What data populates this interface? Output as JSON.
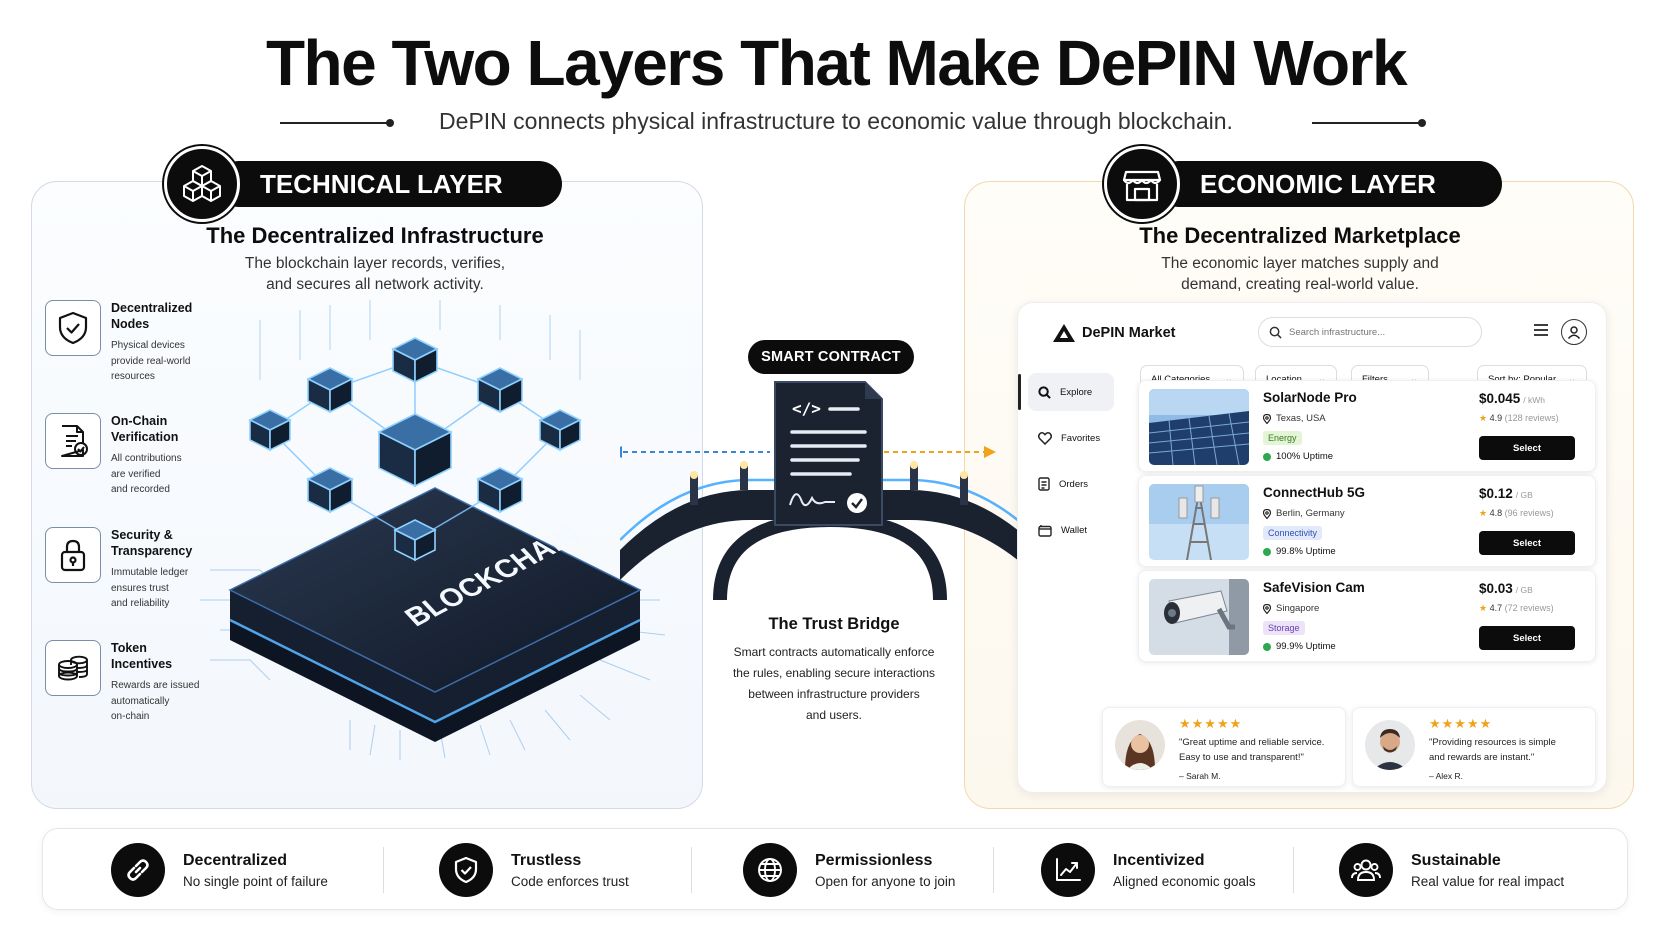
{
  "header": {
    "title": "The Two Layers That Make DePIN Work",
    "subtitle": "DePIN connects physical infrastructure to economic value through blockchain."
  },
  "technical": {
    "badge": "TECHNICAL LAYER",
    "heading": "The Decentralized Infrastructure",
    "desc_line1": "The blockchain layer records, verifies,",
    "desc_line2": "and secures all network activity.",
    "features": [
      {
        "title_l1": "Decentralized",
        "title_l2": "Nodes",
        "d1": "Physical devices",
        "d2": "provide real-world",
        "d3": "resources"
      },
      {
        "title_l1": "On-Chain",
        "title_l2": "Verification",
        "d1": "All contributions",
        "d2": "are verified",
        "d3": "and recorded"
      },
      {
        "title_l1": "Security &",
        "title_l2": "Transparency",
        "d1": "Immutable ledger",
        "d2": "ensures trust",
        "d3": "and reliability"
      },
      {
        "title_l1": "Token",
        "title_l2": "Incentives",
        "d1": "Rewards are issued",
        "d2": "automatically",
        "d3": "on-chain"
      }
    ],
    "blockchain_label": "BLOCKCHAIN"
  },
  "bridge": {
    "badge": "SMART CONTRACT",
    "title": "The Trust Bridge",
    "l1": "Smart contracts automatically enforce",
    "l2": "the rules, enabling secure interactions",
    "l3": "between infrastructure providers",
    "l4": "and users."
  },
  "economic": {
    "badge": "ECONOMIC LAYER",
    "heading": "The Decentralized Marketplace",
    "desc_line1": "The economic layer matches supply and",
    "desc_line2": "demand, creating real-world value."
  },
  "market": {
    "brand": "DePIN Market",
    "search_placeholder": "Search infrastructure...",
    "filters": {
      "categories": "All Categories",
      "location": "Location",
      "filters": "Filters",
      "sort": "Sort by: Popular"
    },
    "sidebar": [
      "Explore",
      "Favorites",
      "Orders",
      "Wallet"
    ],
    "listings": [
      {
        "name": "SolarNode Pro",
        "location": "Texas, USA",
        "tag": "Energy",
        "uptime": "100% Uptime",
        "price": "$0.045",
        "unit": "/ kWh",
        "rating": "4.9",
        "reviews": "(128 reviews)",
        "button": "Select"
      },
      {
        "name": "ConnectHub 5G",
        "location": "Berlin, Germany",
        "tag": "Connectivity",
        "uptime": "99.8% Uptime",
        "price": "$0.12",
        "unit": "/ GB",
        "rating": "4.8",
        "reviews": "(96 reviews)",
        "button": "Select"
      },
      {
        "name": "SafeVision Cam",
        "location": "Singapore",
        "tag": "Storage",
        "uptime": "99.9% Uptime",
        "price": "$0.03",
        "unit": "/ GB",
        "rating": "4.7",
        "reviews": "(72 reviews)",
        "button": "Select"
      }
    ],
    "reviews": [
      {
        "stars": "★★★★★",
        "q1": "\"Great uptime and reliable service.",
        "q2": "Easy to use and transparent!\"",
        "author": "– Sarah M."
      },
      {
        "stars": "★★★★★",
        "q1": "\"Providing resources is simple",
        "q2": "and rewards are instant.\"",
        "author": "– Alex R."
      }
    ]
  },
  "principles": [
    {
      "title": "Decentralized",
      "desc": "No single point of failure",
      "icon": "link-icon"
    },
    {
      "title": "Trustless",
      "desc": "Code enforces trust",
      "icon": "shield-check-icon"
    },
    {
      "title": "Permissionless",
      "desc": "Open for anyone to join",
      "icon": "globe-icon"
    },
    {
      "title": "Incentivized",
      "desc": "Aligned economic goals",
      "icon": "chart-up-icon"
    },
    {
      "title": "Sustainable",
      "desc": "Real value for real impact",
      "icon": "users-icon"
    }
  ],
  "colors": {
    "accent_blue": "#3a86d6",
    "accent_orange": "#f0a21a",
    "dark": "#0c0c0c"
  }
}
